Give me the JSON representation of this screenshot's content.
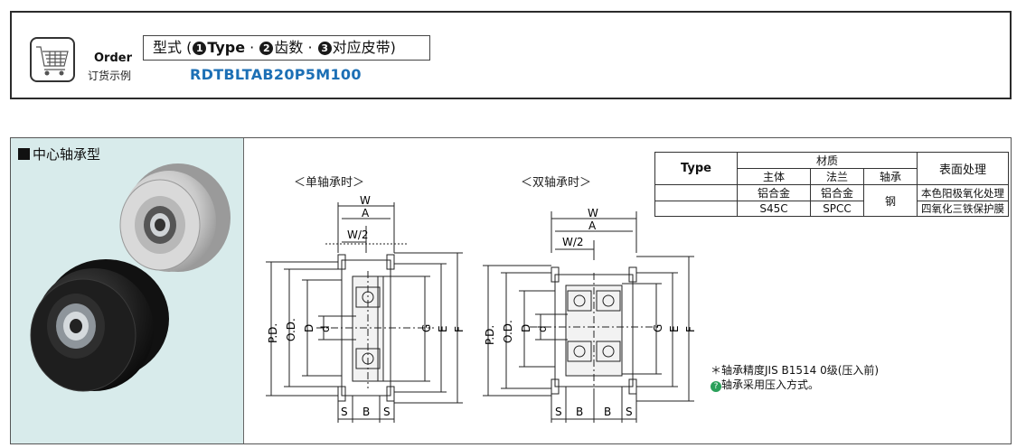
{
  "order": {
    "label": "Order",
    "sublabel": "订货示例",
    "type_prefix": "型式 (",
    "item1_num": "1",
    "item1_label": "Type",
    "sep1": " · ",
    "item2_num": "2",
    "item2_label": "齿数",
    "sep2": " · ",
    "item3_num": "3",
    "item3_label": "对应皮带)",
    "example_code": "RDTBLTAB20P5M100"
  },
  "section": {
    "title": "中心轴承型"
  },
  "diagrams": {
    "single_caption": "＜单轴承时＞",
    "double_caption": "＜双轴承时＞",
    "dims": {
      "W": "W",
      "A": "A",
      "W2": "W/2",
      "PD": "P.D.",
      "OD": "O.D.",
      "D": "D",
      "d": "d",
      "G": "G",
      "E": "E",
      "F": "F",
      "S": "S",
      "B": "B"
    }
  },
  "material_table": {
    "type_header": "Type",
    "material_header": "材质",
    "body_header": "主体",
    "flange_header": "法兰",
    "bearing_header": "轴承",
    "surface_header": "表面处理",
    "row1": {
      "body": "铝合金",
      "flange": "铝合金",
      "bearing": "钢",
      "surface": "本色阳极氧化处理"
    },
    "row2": {
      "body": "S45C",
      "flange": "SPCC",
      "surface": "四氧化三铁保护膜"
    }
  },
  "notes": {
    "line1": "＊轴承精度JIS B1514 0级(压入前)",
    "line2_mark": "?",
    "line2": "轴承采用压入方式。"
  },
  "colors": {
    "code_blue": "#1c6fb5",
    "photo_bg": "#d8ebeb",
    "note_mark_green": "#2aa05a"
  }
}
